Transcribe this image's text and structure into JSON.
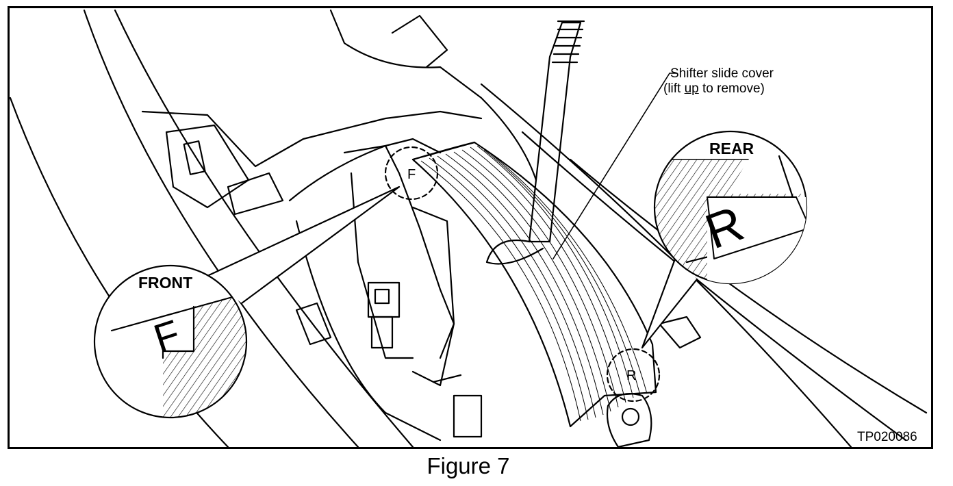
{
  "figure": {
    "callout_line1": "Shifter slide cover",
    "callout_line2": "(lift up to remove)",
    "rear_label": "REAR",
    "front_label": "FRONT",
    "rear_mark": "R",
    "front_mark": "F",
    "figure_id": "TP020086"
  },
  "caption": "Figure 7"
}
